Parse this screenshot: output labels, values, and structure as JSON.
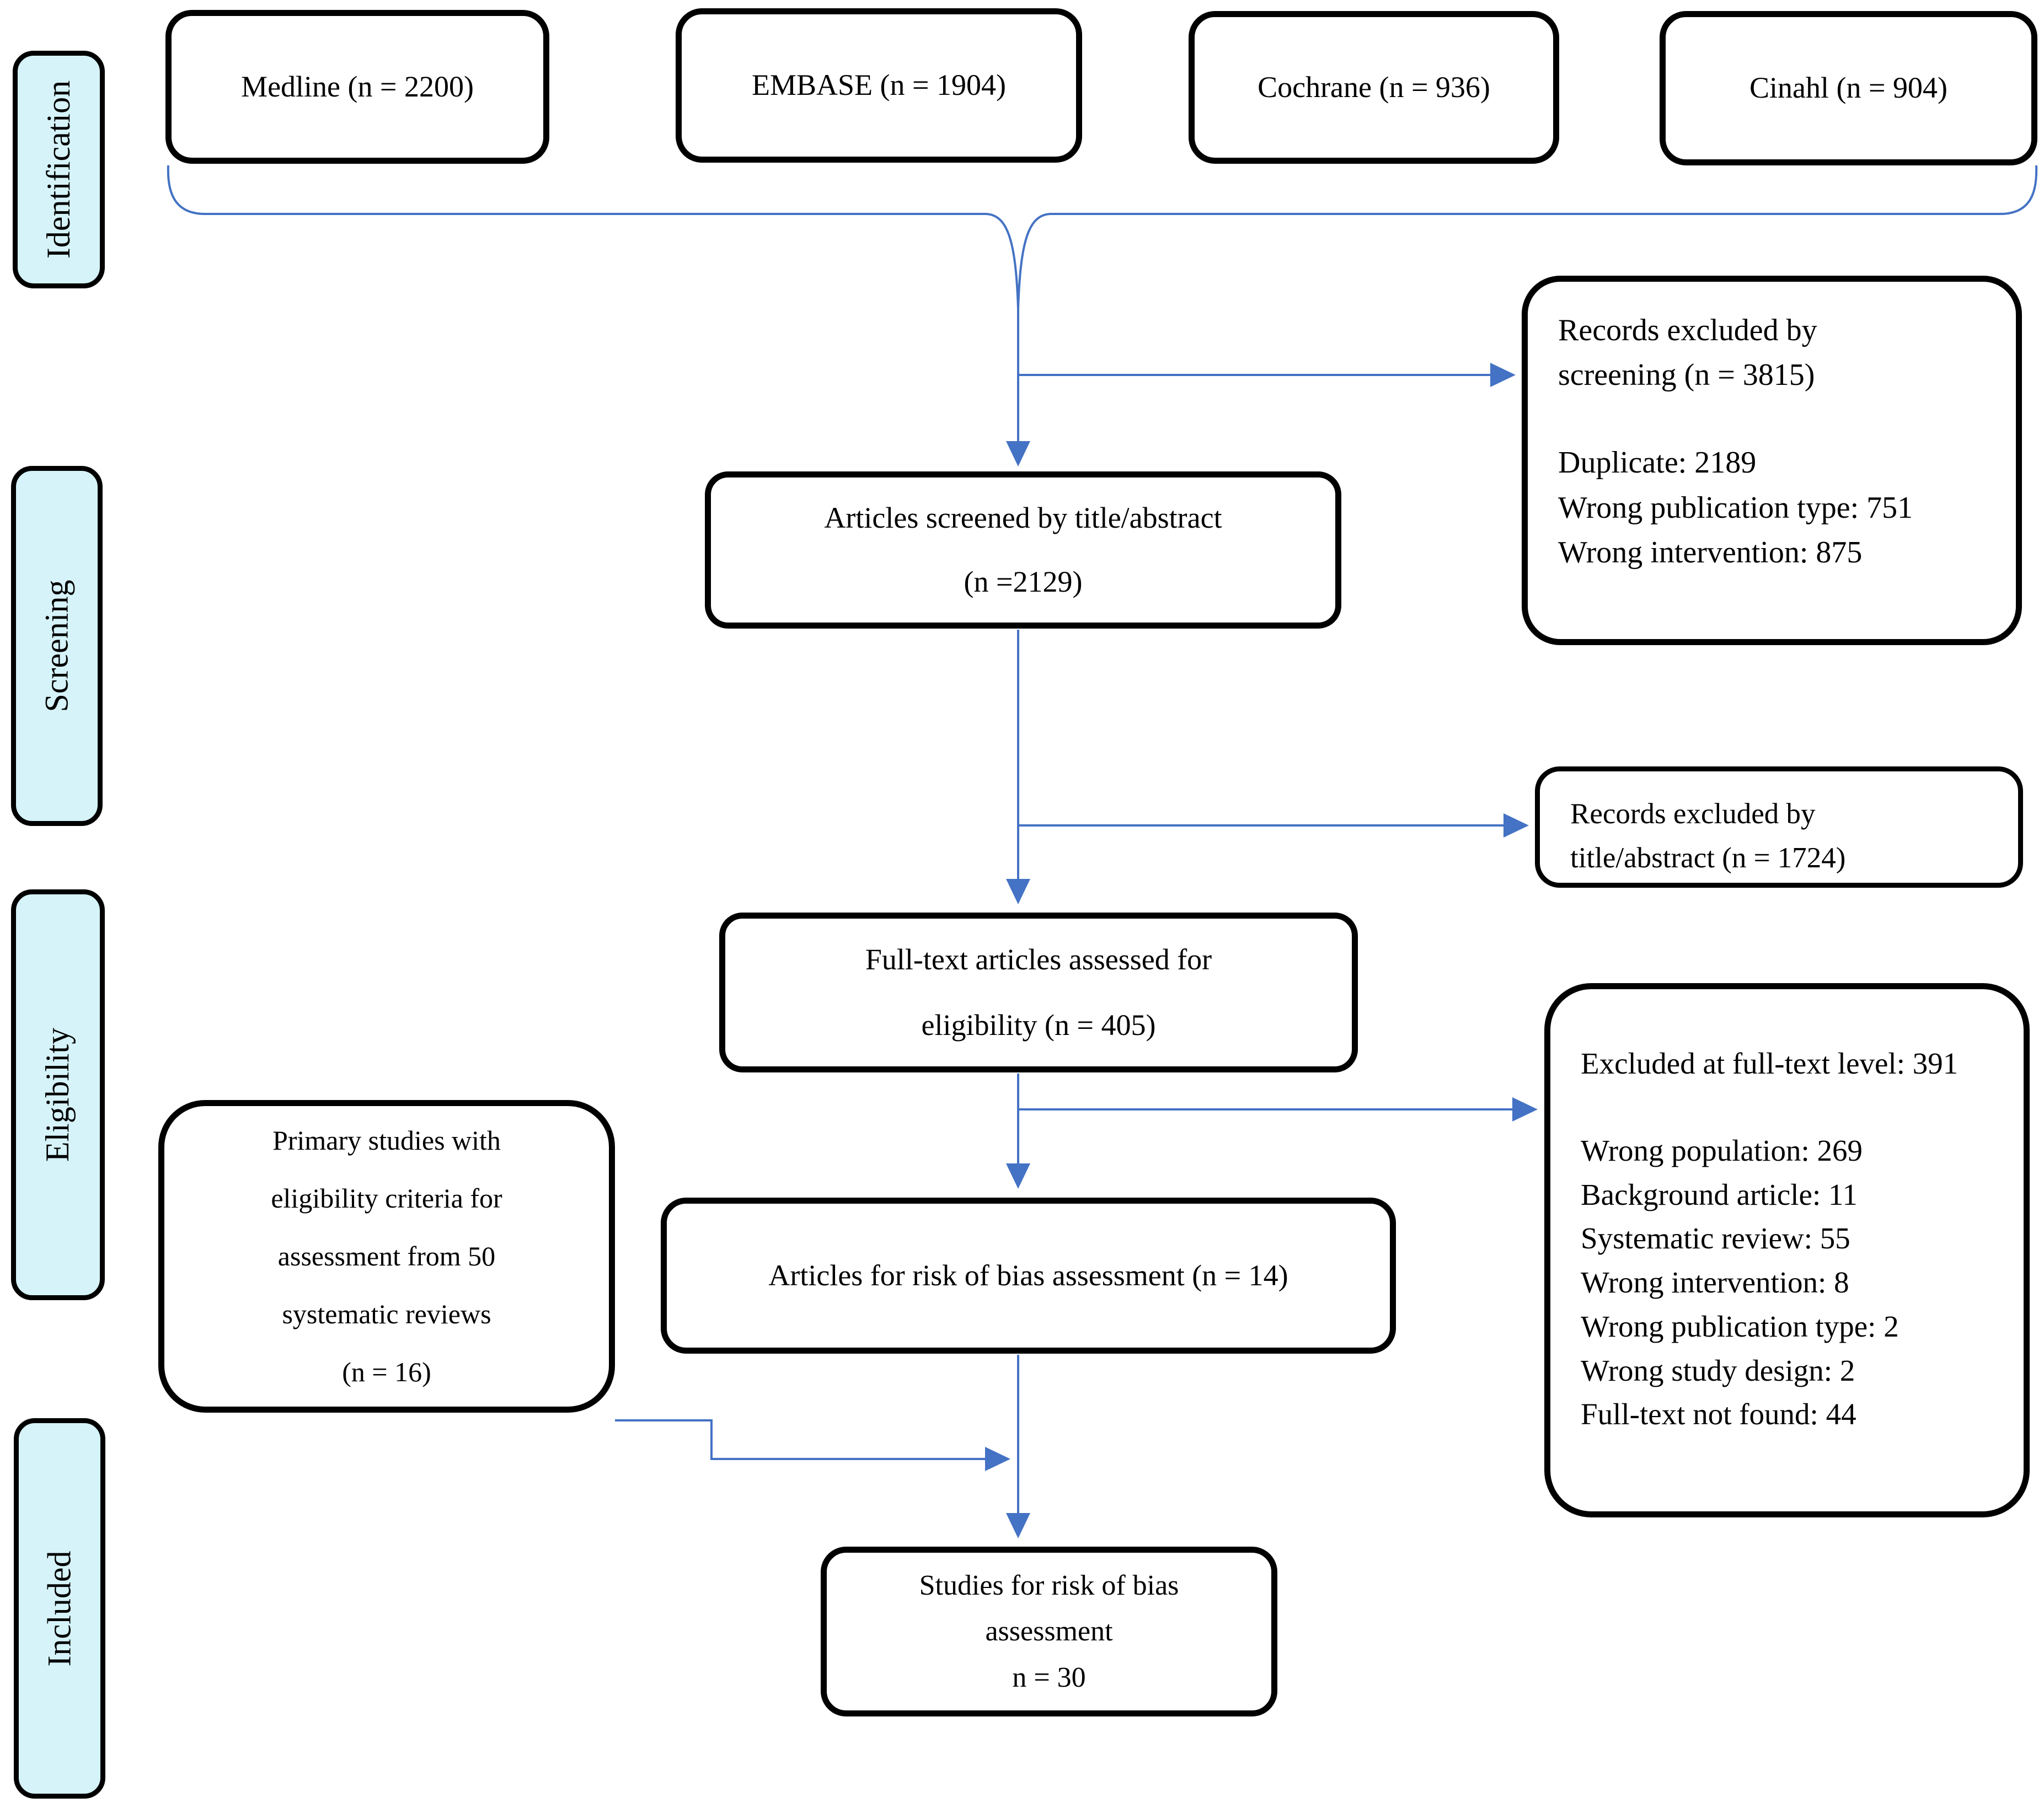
{
  "colors": {
    "accent": "#4472C4",
    "stage_fill": "#D5F3F9",
    "box_border": "#000000"
  },
  "stages": [
    {
      "label": "Identification"
    },
    {
      "label": "Screening"
    },
    {
      "label": "Eligibility"
    },
    {
      "label": "Included"
    }
  ],
  "sources": [
    {
      "label": "Medline (n = 2200)"
    },
    {
      "label": "EMBASE (n = 1904)"
    },
    {
      "label": "Cochrane (n = 936)"
    },
    {
      "label": "Cinahl (n = 904)"
    }
  ],
  "screened": {
    "lines": [
      "Articles screened by title/abstract",
      "(n =2129)"
    ]
  },
  "fulltext": {
    "lines": [
      "Full-text articles assessed for",
      "eligibility (n = 405)"
    ]
  },
  "bias_articles": {
    "label": "Articles for risk of bias assessment (n = 14)"
  },
  "included_studies": {
    "lines": [
      "Studies for risk of bias",
      "assessment",
      "n = 30"
    ]
  },
  "primary_studies": {
    "lines": [
      "Primary studies with",
      "eligibility criteria for",
      "assessment from 50",
      "systematic reviews",
      "(n = 16)"
    ]
  },
  "excluded_screening": {
    "title": "Records excluded by screening (n = 3815)",
    "items": [
      "Duplicate: 2189",
      "Wrong publication type: 751",
      "Wrong intervention: 875"
    ]
  },
  "excluded_title_abstract": {
    "title": "Records excluded by title/abstract (n = 1724)"
  },
  "excluded_fulltext": {
    "title": "Excluded at full-text level: 391",
    "items": [
      "Wrong population: 269",
      "Background article: 11",
      "Systematic review: 55",
      "Wrong intervention: 8",
      "Wrong publication type: 2",
      "Wrong study design: 2",
      "Full-text not found: 44"
    ]
  }
}
